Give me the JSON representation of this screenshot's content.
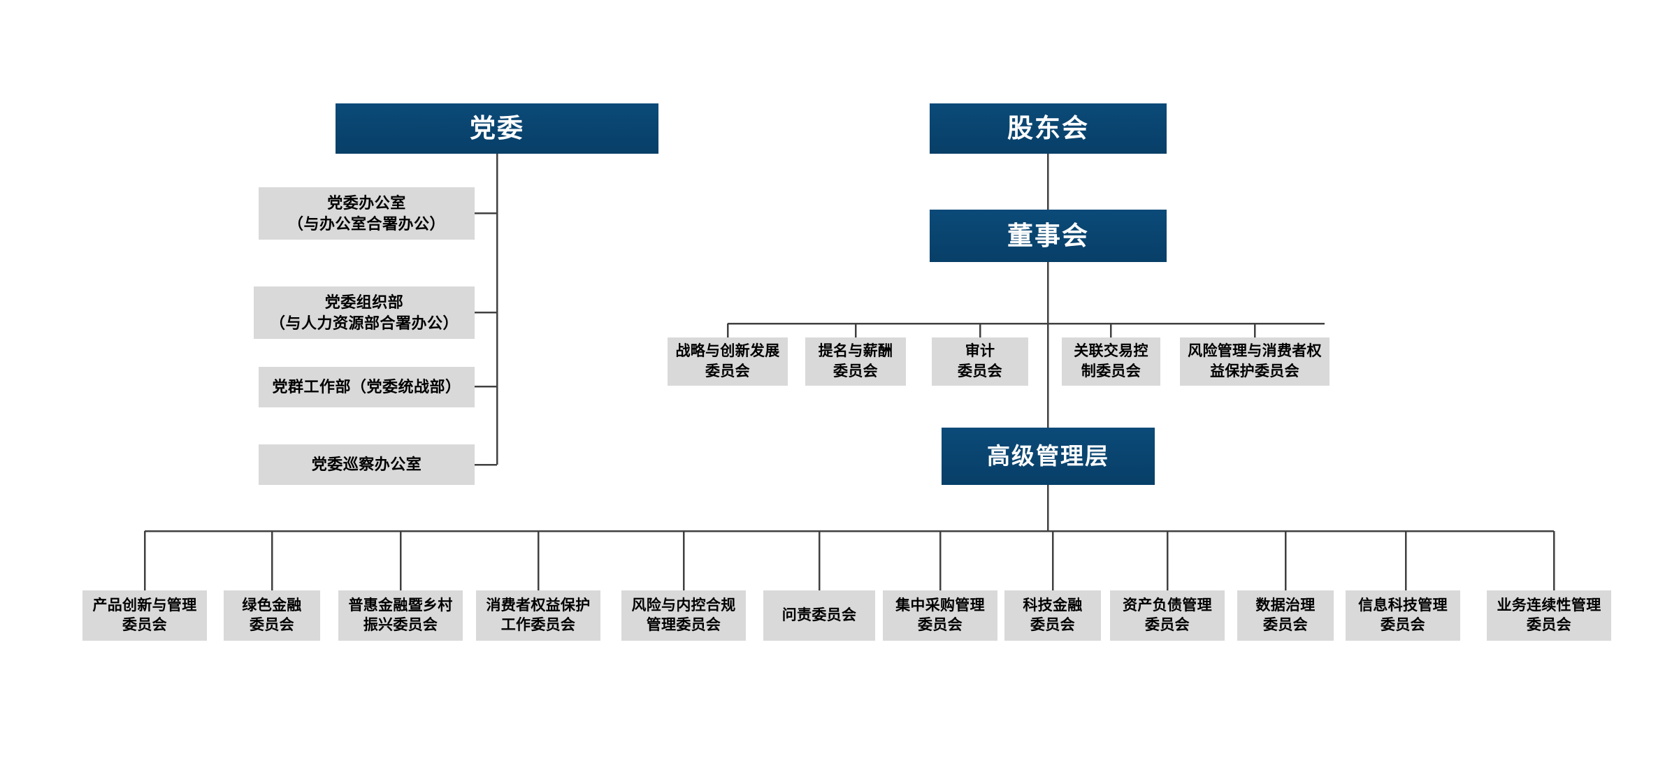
{
  "chart_data": {
    "type": "diagram",
    "title": "组织架构图",
    "colors": {
      "primary_box": "#0a4672",
      "primary_text": "#ffffff",
      "sub_box": "#d9d9d9",
      "sub_text": "#000000",
      "connector_line": "#404040",
      "background": "#ffffff"
    },
    "nodes": [
      {
        "id": "party_committee",
        "label": "党委",
        "kind": "primary"
      },
      {
        "id": "shareholders",
        "label": "股东会",
        "kind": "primary"
      },
      {
        "id": "board",
        "label": "董事会",
        "kind": "primary"
      },
      {
        "id": "senior_mgmt",
        "label": "高级管理层",
        "kind": "primary"
      },
      {
        "id": "party_office",
        "label": "党委办公室\n（与办公室合署办公）",
        "kind": "sub"
      },
      {
        "id": "party_org_dept",
        "label": "党委组织部\n（与人力资源部合署办公）",
        "kind": "sub"
      },
      {
        "id": "party_mass_work",
        "label": "党群工作部（党委统战部）",
        "kind": "sub"
      },
      {
        "id": "party_inspection",
        "label": "党委巡察办公室",
        "kind": "sub"
      },
      {
        "id": "bc_strategy",
        "label": "战略与创新发展\n委员会",
        "kind": "sub"
      },
      {
        "id": "bc_nomination",
        "label": "提名与薪酬\n委员会",
        "kind": "sub"
      },
      {
        "id": "bc_audit",
        "label": "审计\n委员会",
        "kind": "sub"
      },
      {
        "id": "bc_related_party",
        "label": "关联交易控\n制委员会",
        "kind": "sub"
      },
      {
        "id": "bc_risk_consumer",
        "label": "风险管理与消费者权\n益保护委员会",
        "kind": "sub"
      },
      {
        "id": "mc_product",
        "label": "产品创新与管理\n委员会",
        "kind": "sub"
      },
      {
        "id": "mc_green",
        "label": "绿色金融\n委员会",
        "kind": "sub"
      },
      {
        "id": "mc_inclusive",
        "label": "普惠金融暨乡村\n振兴委员会",
        "kind": "sub"
      },
      {
        "id": "mc_consumer",
        "label": "消费者权益保护\n工作委员会",
        "kind": "sub"
      },
      {
        "id": "mc_risk_control",
        "label": "风险与内控合规\n管理委员会",
        "kind": "sub"
      },
      {
        "id": "mc_accountability",
        "label": "问责委员会",
        "kind": "sub"
      },
      {
        "id": "mc_procurement",
        "label": "集中采购管理\n委员会",
        "kind": "sub"
      },
      {
        "id": "mc_tech_finance",
        "label": "科技金融\n委员会",
        "kind": "sub"
      },
      {
        "id": "mc_asset_liability",
        "label": "资产负债管理\n委员会",
        "kind": "sub"
      },
      {
        "id": "mc_data_gov",
        "label": "数据治理\n委员会",
        "kind": "sub"
      },
      {
        "id": "mc_it_mgmt",
        "label": "信息科技管理\n委员会",
        "kind": "sub"
      },
      {
        "id": "mc_continuity",
        "label": "业务连续性管理\n委员会",
        "kind": "sub"
      }
    ],
    "edges": [
      {
        "from": "party_committee",
        "to": "party_office"
      },
      {
        "from": "party_committee",
        "to": "party_org_dept"
      },
      {
        "from": "party_committee",
        "to": "party_mass_work"
      },
      {
        "from": "party_committee",
        "to": "party_inspection"
      },
      {
        "from": "shareholders",
        "to": "board"
      },
      {
        "from": "board",
        "to": "bc_strategy"
      },
      {
        "from": "board",
        "to": "bc_nomination"
      },
      {
        "from": "board",
        "to": "bc_audit"
      },
      {
        "from": "board",
        "to": "bc_related_party"
      },
      {
        "from": "board",
        "to": "bc_risk_consumer"
      },
      {
        "from": "board",
        "to": "senior_mgmt"
      },
      {
        "from": "senior_mgmt",
        "to": "mc_product"
      },
      {
        "from": "senior_mgmt",
        "to": "mc_green"
      },
      {
        "from": "senior_mgmt",
        "to": "mc_inclusive"
      },
      {
        "from": "senior_mgmt",
        "to": "mc_consumer"
      },
      {
        "from": "senior_mgmt",
        "to": "mc_risk_control"
      },
      {
        "from": "senior_mgmt",
        "to": "mc_accountability"
      },
      {
        "from": "senior_mgmt",
        "to": "mc_procurement"
      },
      {
        "from": "senior_mgmt",
        "to": "mc_tech_finance"
      },
      {
        "from": "senior_mgmt",
        "to": "mc_asset_liability"
      },
      {
        "from": "senior_mgmt",
        "to": "mc_data_gov"
      },
      {
        "from": "senior_mgmt",
        "to": "mc_it_mgmt"
      },
      {
        "from": "senior_mgmt",
        "to": "mc_continuity"
      }
    ]
  },
  "party": {
    "header": "党委",
    "departments": [
      "党委办公室\n（与办公室合署办公）",
      "党委组织部\n（与人力资源部合署办公）",
      "党群工作部（党委统战部）",
      "党委巡察办公室"
    ]
  },
  "governance": {
    "shareholders": "股东会",
    "board": "董事会",
    "senior_management": "高级管理层",
    "board_committees": [
      "战略与创新发展\n委员会",
      "提名与薪酬\n委员会",
      "审计\n委员会",
      "关联交易控\n制委员会",
      "风险管理与消费者权\n益保护委员会"
    ],
    "management_committees": [
      "产品创新与管理\n委员会",
      "绿色金融\n委员会",
      "普惠金融暨乡村\n振兴委员会",
      "消费者权益保护\n工作委员会",
      "风险与内控合规\n管理委员会",
      "问责委员会",
      "集中采购管理\n委员会",
      "科技金融\n委员会",
      "资产负债管理\n委员会",
      "数据治理\n委员会",
      "信息科技管理\n委员会",
      "业务连续性管理\n委员会"
    ]
  }
}
